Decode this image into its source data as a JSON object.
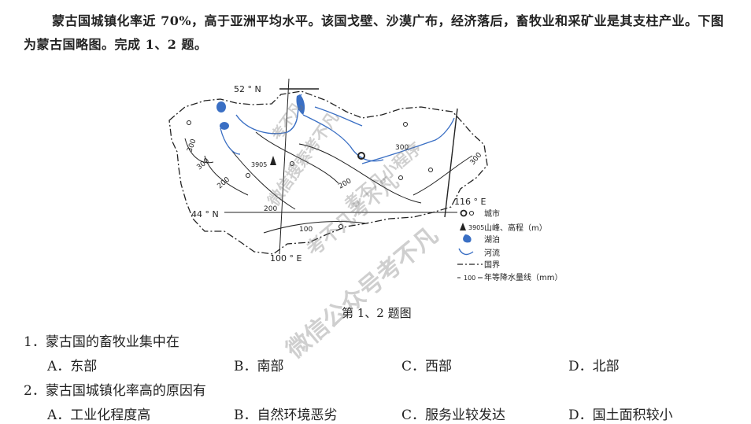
{
  "intro_text": "蒙古国城镇化率近 70%，高于亚洲平均水平。该国戈壁、沙漠广布，经济落后，畜牧业和采矿业是其支柱产业。下图为蒙古国略图。完成 1、2 题。",
  "map": {
    "lat_52": "52 ° N",
    "lat_44": "44 ° N",
    "lon_100": "100 ° E",
    "lon_116": "116 ° E",
    "peak_label": "3905",
    "contours": [
      "300",
      "300",
      "200",
      "200",
      "200",
      "100",
      "300",
      "300"
    ],
    "legend": {
      "city": "城市",
      "peak_prefix": "3905",
      "peak": "山峰、高程（m）",
      "lake": "湖泊",
      "river": "河流",
      "border": "国界",
      "isohyet_prefix": "100",
      "isohyet": "年等降水量线（mm）"
    },
    "colors": {
      "water": "#3a6fc4",
      "line": "#222222"
    }
  },
  "caption": "第 1、2 题图",
  "questions": [
    {
      "text": "1．蒙古国的畜牧业集中在",
      "options": [
        "A．东部",
        "B．南部",
        "C．西部",
        "D．北部"
      ]
    },
    {
      "text": "2．蒙古国城镇化率高的原因有",
      "options": [
        "A．工业化程度高",
        "B．自然环境恶劣",
        "C．服务业较发达",
        "D．国土面积较小"
      ]
    }
  ],
  "watermarks": [
    "考不凡",
    "微信搜索考不凡",
    "考不凡小程序",
    "考不凡考不凡",
    "微信公众号考不凡"
  ]
}
